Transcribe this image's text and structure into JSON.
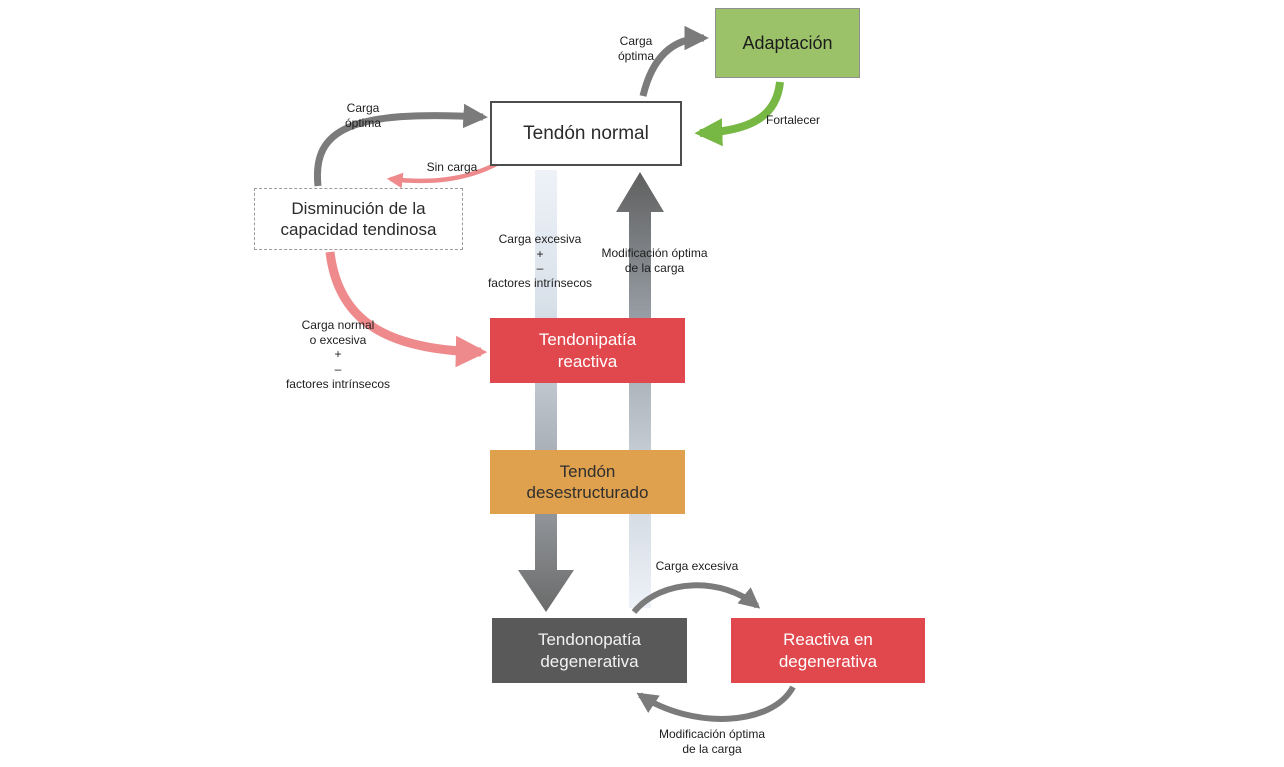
{
  "nodes": {
    "adaptacion": {
      "label": "Adaptación"
    },
    "tendon_normal": {
      "label": "Tendón normal"
    },
    "disminucion": {
      "label": "Disminución de la\ncapacidad tendinosa"
    },
    "reactiva": {
      "label": "Tendonipatía\nreactiva"
    },
    "desestructurado": {
      "label": "Tendón\ndesestructurado"
    },
    "degenerativa": {
      "label": "Tendonopatía\ndegenerativa"
    },
    "reactiva_en_degenerativa": {
      "label": "Reactiva en\ndegenerativa"
    }
  },
  "labels": {
    "carga_optima_top": "Carga\nóptima",
    "fortalecer": "Fortalecer",
    "carga_optima_left": "Carga\nóptima",
    "sin_carga": "Sin carga",
    "carga_excesiva_intrinsecos": "Carga excesiva\n+\n–\nfactores intrínsecos",
    "modificacion_optima": "Modificación óptima\nde la carga",
    "carga_normal_o_excesiva": "Carga normal\no excesiva\n+\n–\nfactores intrínsecos",
    "carga_excesiva_bottom": "Carga excesiva",
    "modificacion_optima_bottom": "Modificación óptima\nde la carga"
  },
  "colors": {
    "green_box": "#9cc269",
    "red_box": "#e0484e",
    "orange_box": "#dfa14d",
    "dark_box": "#595959",
    "arrow_gray": "#7b7b7b",
    "arrow_pink": "#ee8a8c",
    "arrow_green": "#76b843",
    "gradient_light": "#eef2f8",
    "gradient_dark": "#6a6a6a"
  }
}
